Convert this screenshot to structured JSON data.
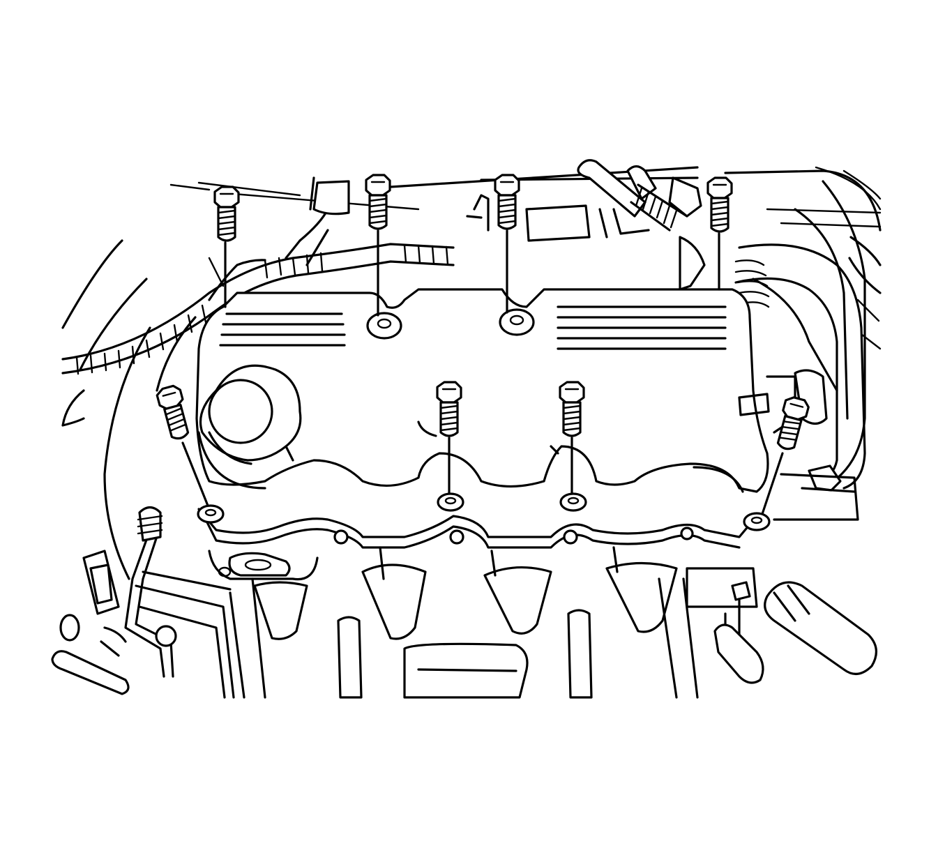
{
  "diagram": {
    "parts": {
      "valve_cover": "valve-cover",
      "oil_fill_cap": "oil-filler-cap",
      "bolts": [
        "bolt",
        "bolt",
        "bolt",
        "bolt",
        "bolt",
        "bolt",
        "bolt"
      ],
      "manifold": "intake-manifold",
      "wiring_harness": "wiring-harness",
      "hoses": "coolant-hose"
    },
    "colors": {
      "line": "#000000",
      "background": "#ffffff"
    }
  }
}
